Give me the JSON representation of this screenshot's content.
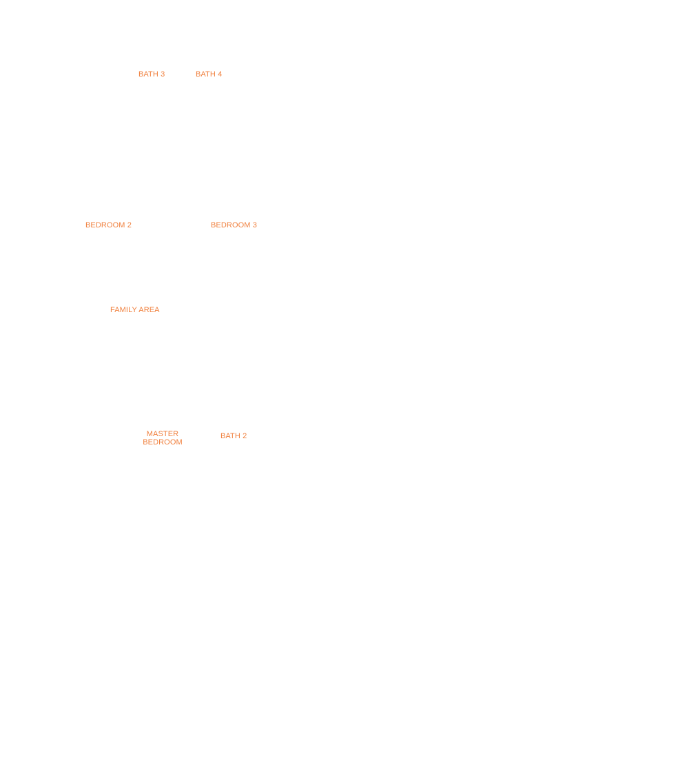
{
  "colors": {
    "label": "#f07f3c",
    "background": "#ffffff"
  },
  "rooms": {
    "bath3": "BATH 3",
    "bath4": "BATH 4",
    "bedroom2": "BEDROOM 2",
    "bedroom3": "BEDROOM 3",
    "family_area": "FAMILY AREA",
    "master_bedroom": [
      "MASTER",
      "BEDROOM"
    ],
    "bath2": "BATH 2"
  }
}
